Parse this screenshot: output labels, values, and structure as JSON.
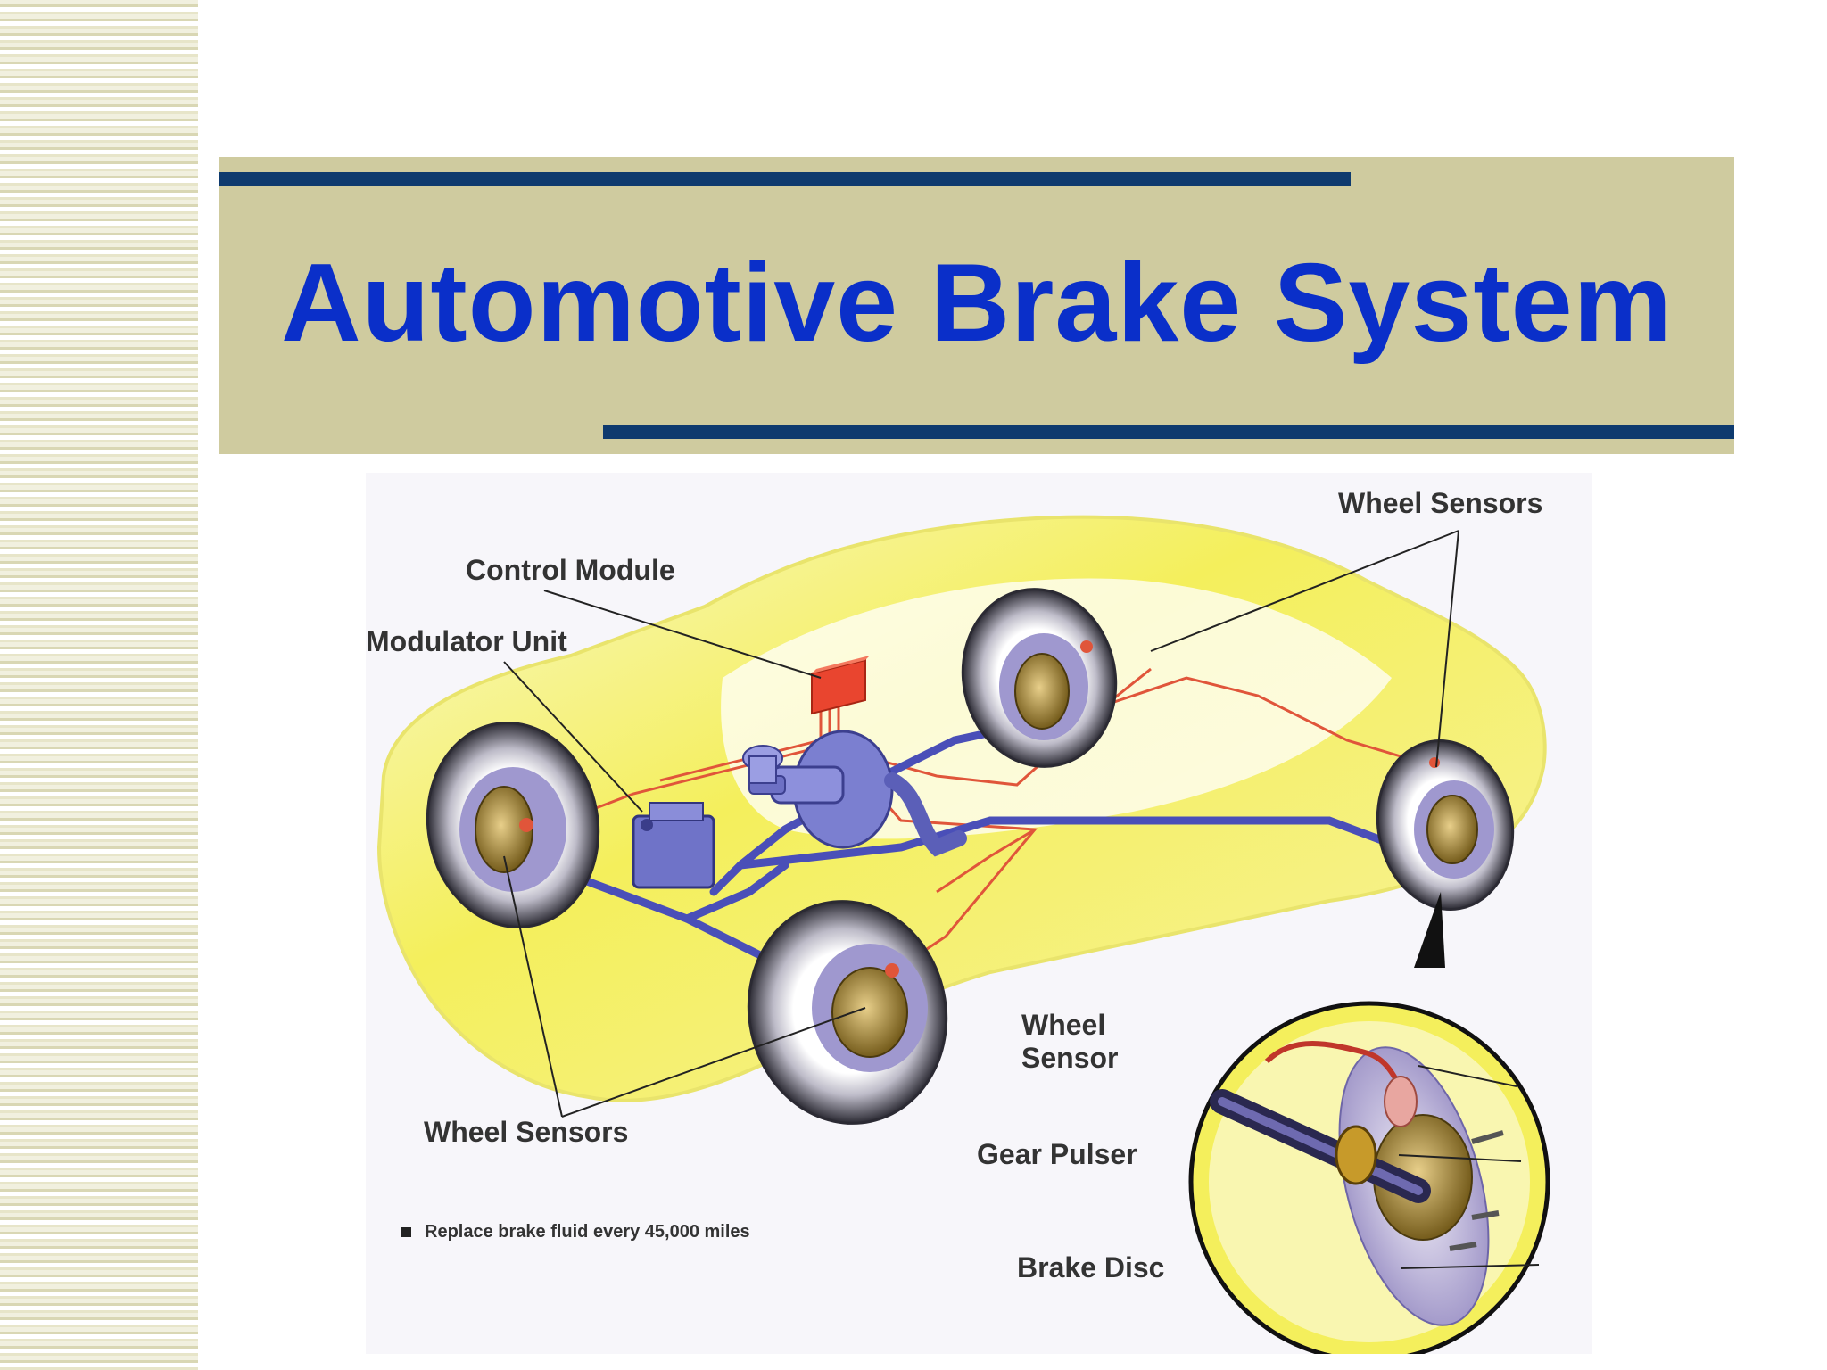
{
  "slide": {
    "title": "Automotive Brake System"
  },
  "diagram": {
    "labels": {
      "wheel_sensors_top": "Wheel Sensors",
      "control_module": "Control Module",
      "modulator_unit": "Modulator Unit",
      "wheel_sensors_bottom": "Wheel Sensors",
      "wheel_sensor_line1": "Wheel",
      "wheel_sensor_line2": "Sensor",
      "gear_pulser": "Gear Pulser",
      "brake_disc": "Brake Disc"
    },
    "note": "Replace brake fluid every 45,000 miles",
    "colors": {
      "car_body": "#f6f27a",
      "sensor_wire": "#e0553a",
      "brake_line": "#4a4fb8",
      "control_module": "#e9452f"
    }
  }
}
